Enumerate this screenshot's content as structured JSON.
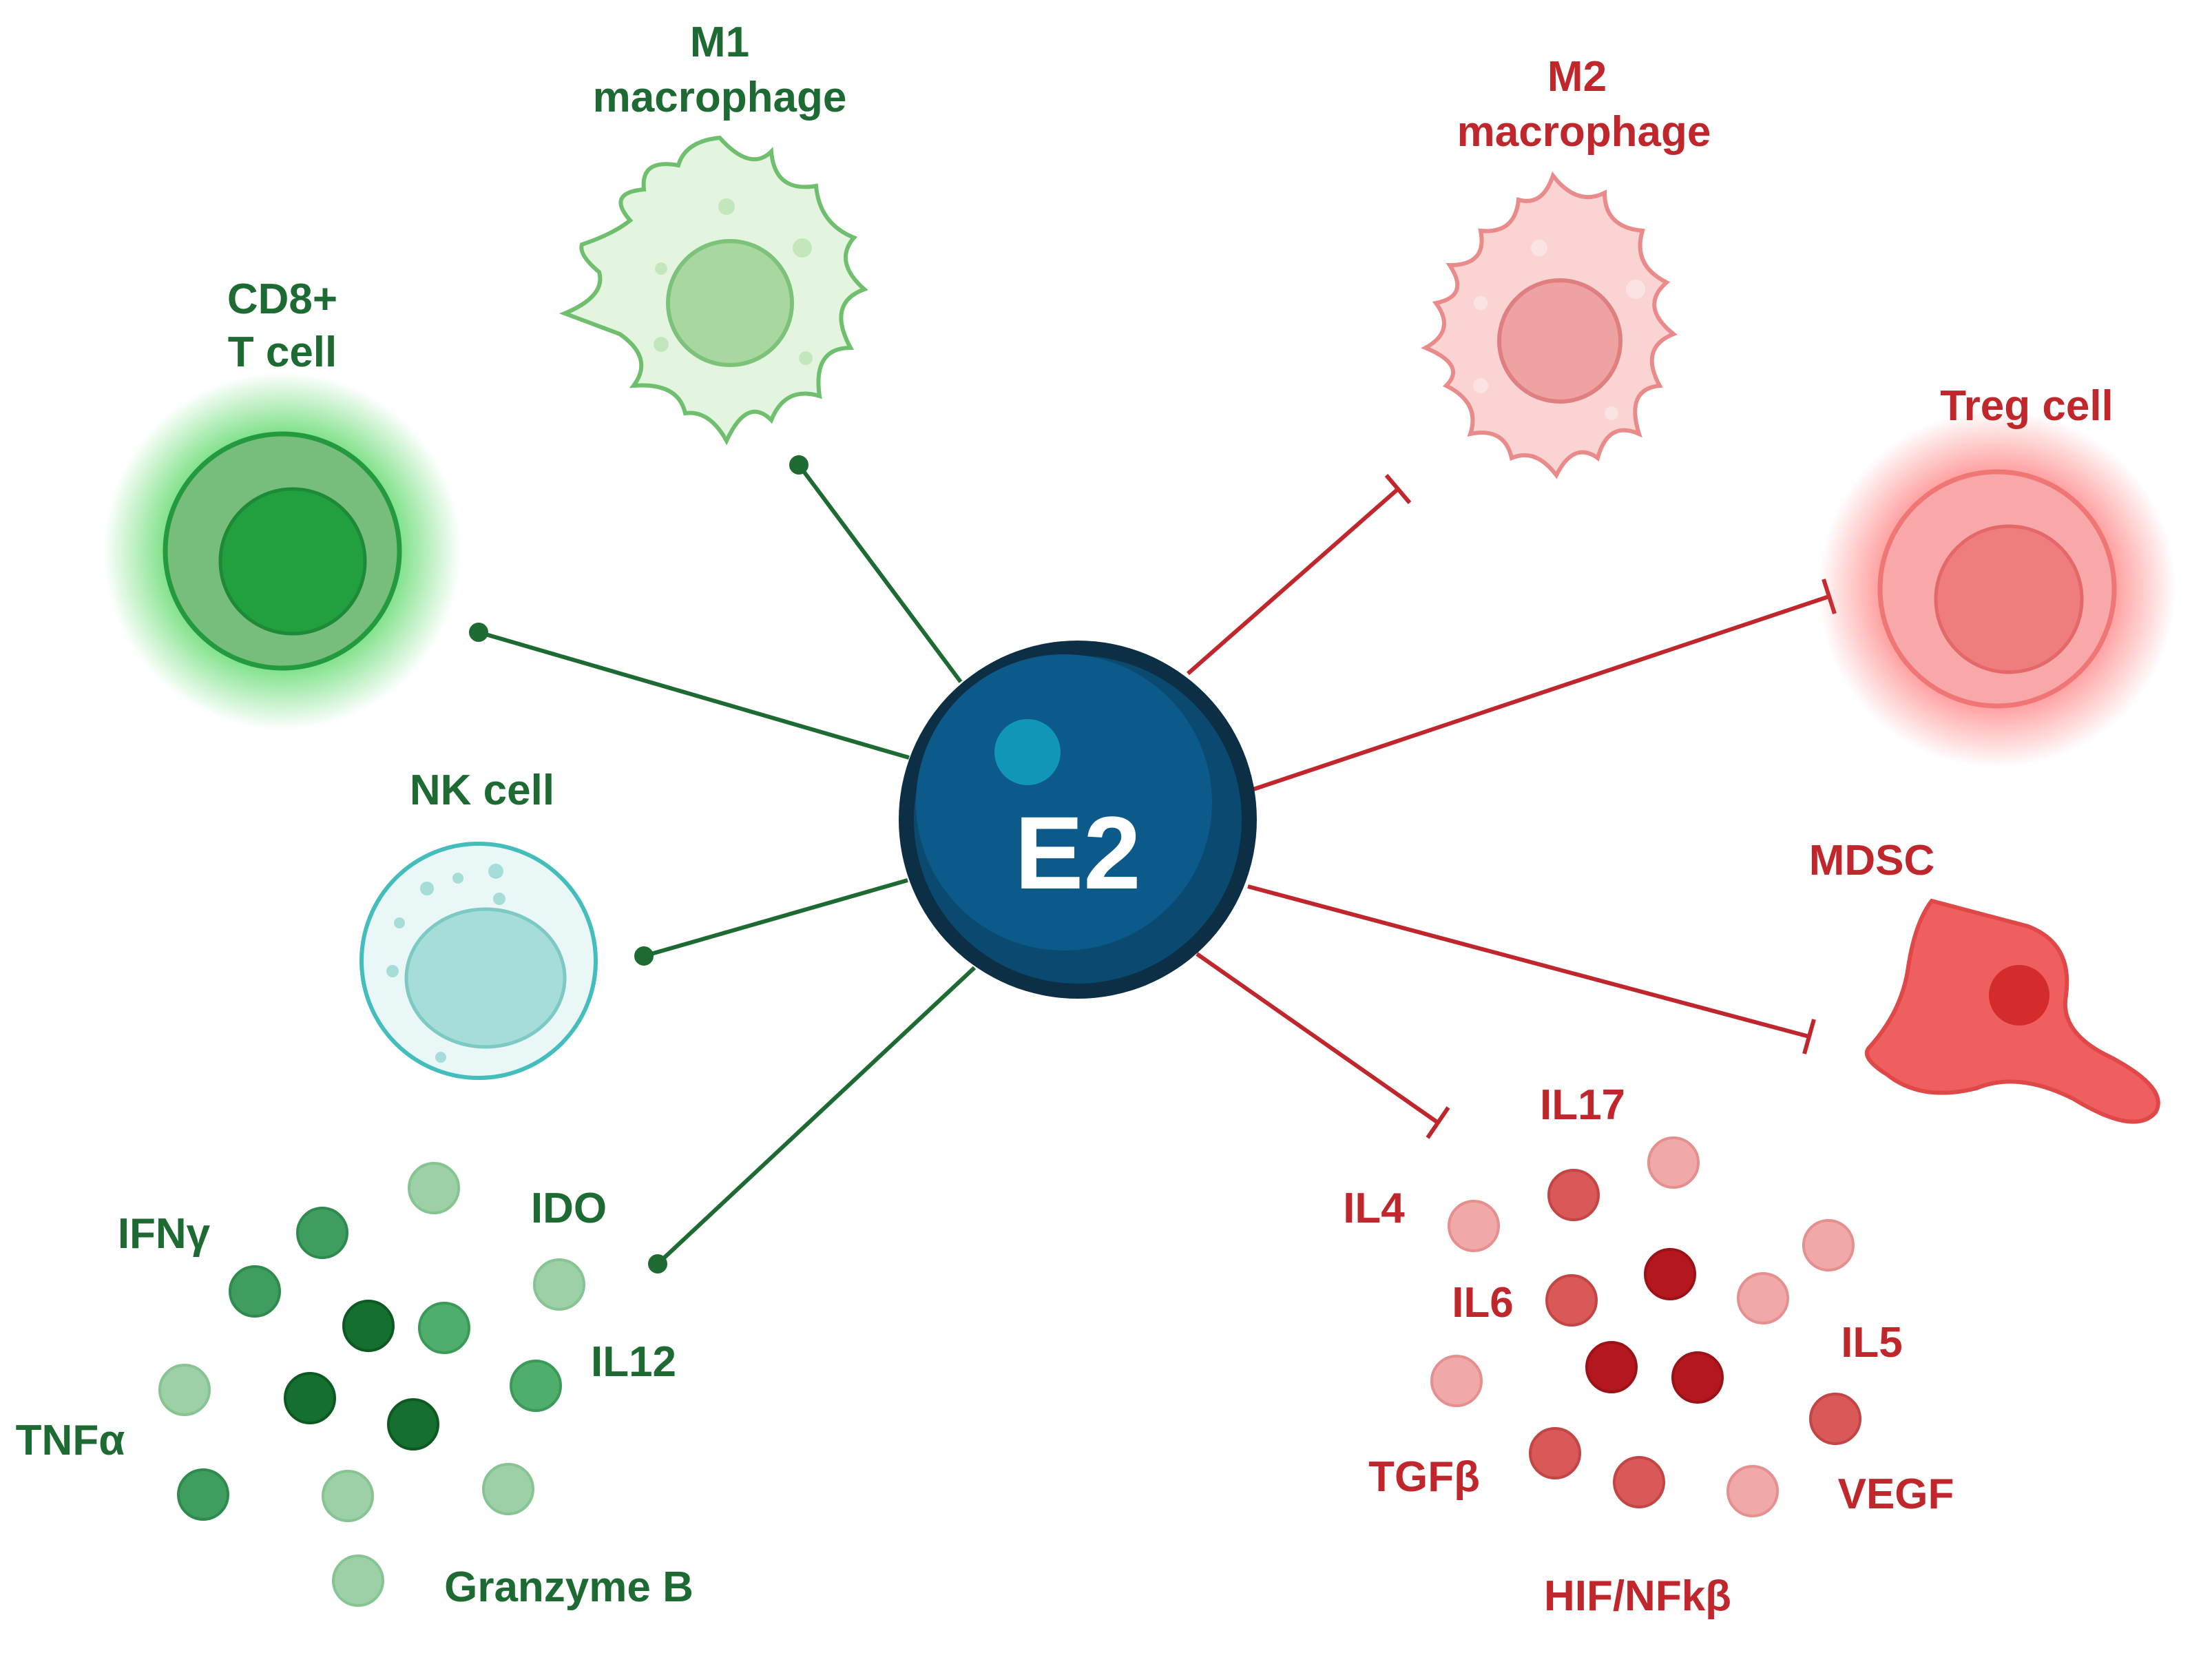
{
  "center": {
    "label": "E2"
  },
  "activated_cells": {
    "m1": {
      "line1": "M1",
      "line2": "macrophage"
    },
    "cd8": {
      "line1": "CD8+",
      "line2": "T cell"
    },
    "nk": {
      "label": "NK cell"
    }
  },
  "suppressed_cells": {
    "m2": {
      "line1": "M2",
      "line2": "macrophage"
    },
    "treg": {
      "label": "Treg cell"
    },
    "mdsc": {
      "label": "MDSC"
    }
  },
  "activated_cytokines": [
    "IFNγ",
    "IDO",
    "IL12",
    "TNFα",
    "Granzyme B"
  ],
  "suppressed_cytokines": [
    "IL17",
    "IL4",
    "IL6",
    "IL5",
    "TGFβ",
    "VEGF",
    "HIF/NFkβ"
  ],
  "colors": {
    "activate": "#1d6b32",
    "inhibit": "#c0272d",
    "center_fill": "#0b5a8a",
    "center_ring": "#0d2f45"
  }
}
